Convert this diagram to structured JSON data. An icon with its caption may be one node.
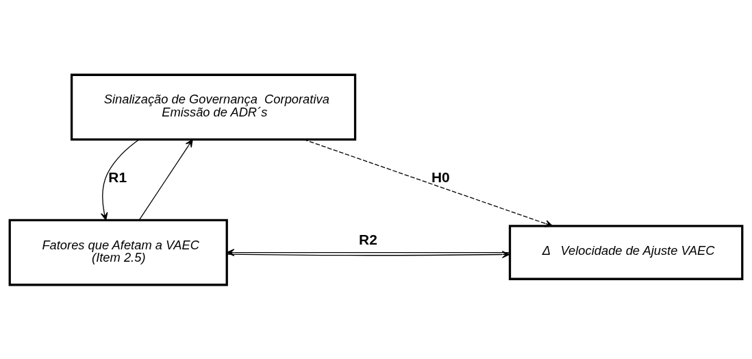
{
  "diagram": {
    "nodes": [
      {
        "text": [
          "Sinalização de Governança  Corporativa",
          "Emissão de ADR´s"
        ]
      },
      {
        "text": [
          "Fatores que Afetam a VAEC",
          "(Item 2.5)"
        ]
      },
      {
        "text": [
          "Δ   Velocidade de Ajuste VAEC"
        ]
      }
    ],
    "edges": [
      {
        "from": 0,
        "to": 1,
        "arrow": "to",
        "label": "R1"
      },
      {
        "from": 1,
        "to": 0,
        "arrow": "to"
      },
      {
        "from": 0,
        "to": 2,
        "arrow": "to",
        "style": "dashed",
        "label": "H0"
      },
      {
        "from": 1,
        "to": 2,
        "arrow": "to"
      },
      {
        "from": 2,
        "to": 1,
        "arrow": "to",
        "label": "R2"
      }
    ]
  }
}
